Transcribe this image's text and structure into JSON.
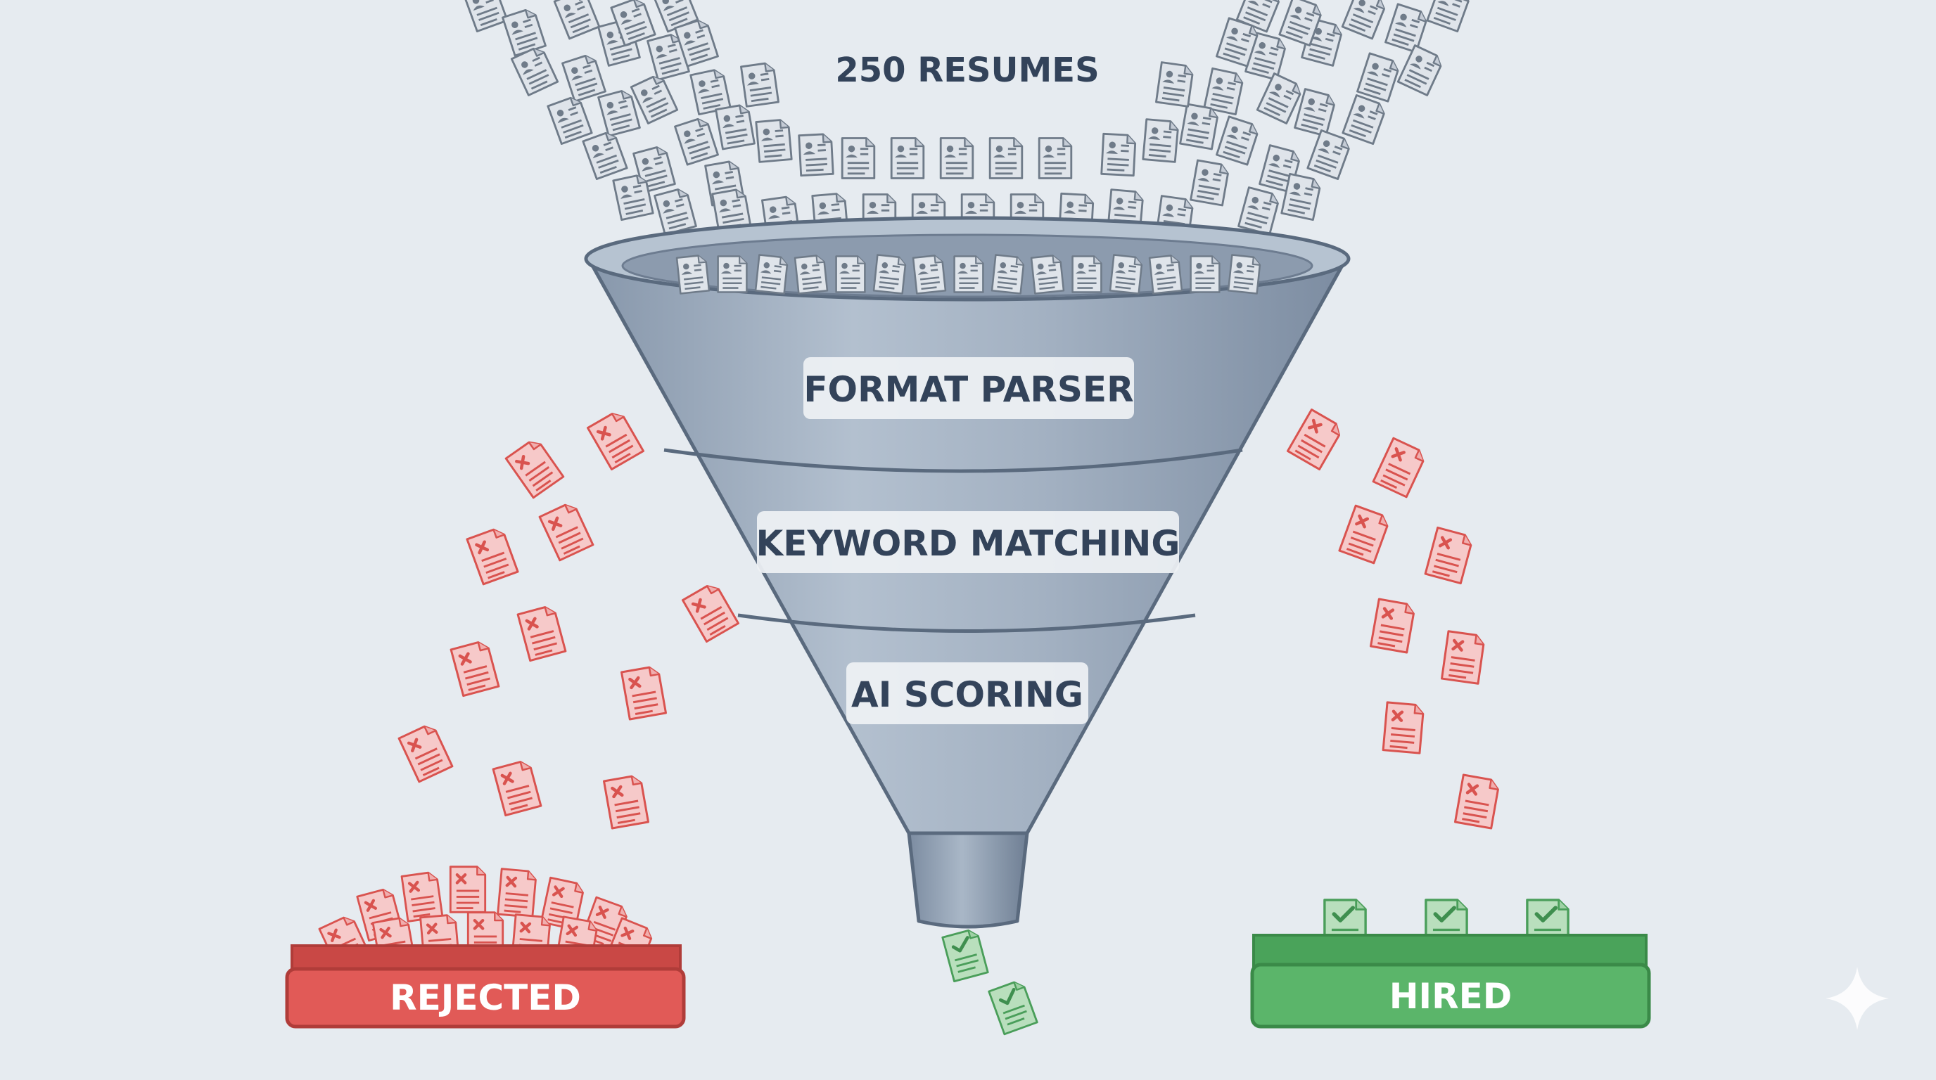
{
  "header": {
    "count_label": "250 RESUMES"
  },
  "stages": [
    {
      "label": "FORMAT PARSER"
    },
    {
      "label": "KEYWORD MATCHING"
    },
    {
      "label": "AI SCORING"
    }
  ],
  "bins": {
    "rejected": {
      "label": "REJECTED"
    },
    "hired": {
      "label": "HIRED"
    }
  },
  "colors": {
    "background": "#e6ebf0",
    "neutral_doc_fill": "#dfe4ea",
    "neutral_doc_stroke": "#6f7b89",
    "rejected_fill": "#f6c9c9",
    "rejected_stroke": "#d9534f",
    "rejected_bin": "#e15a57",
    "hired_fill": "#b9dfbd",
    "hired_stroke": "#4a9e5a",
    "hired_bin": "#5bb56a",
    "funnel": "#9dadbf",
    "funnel_stroke": "#5a6a7e",
    "label_text": "#33435a",
    "label_bg": "#eef1f4"
  },
  "icons": {
    "resume": "resume-doc-icon",
    "rejected": "rejected-doc-icon",
    "hired": "hired-doc-icon",
    "sparkle": "sparkle-icon"
  }
}
